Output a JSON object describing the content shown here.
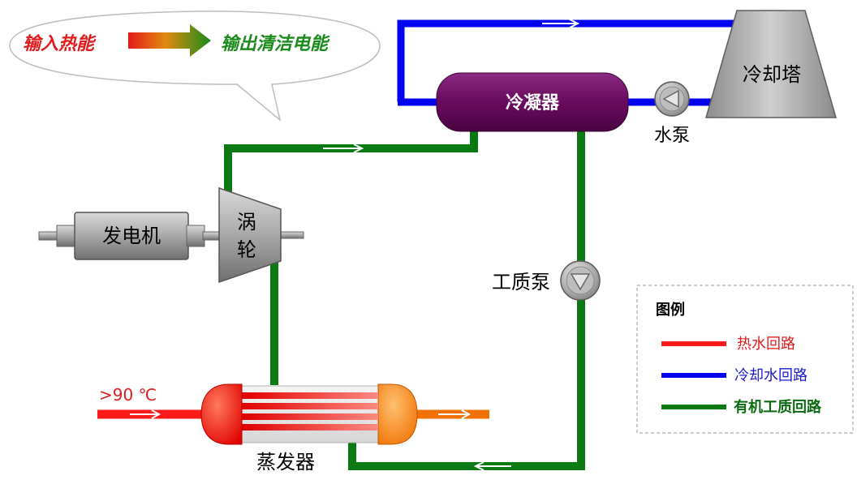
{
  "callout": {
    "input_text": "输入热能",
    "output_text": "输出清洁电能"
  },
  "components": {
    "condenser": "冷凝器",
    "cooling_tower": "冷却塔",
    "water_pump": "水泵",
    "turbine": "涡轮",
    "generator": "发电机",
    "working_fluid_pump": "工质泵",
    "evaporator": "蒸发器"
  },
  "inlet_temp": ">90 ℃",
  "legend": {
    "title": "图例",
    "items": [
      {
        "label": "热水回路",
        "color": "#ff1a1a"
      },
      {
        "label": "冷却水回路",
        "color": "#0000ee"
      },
      {
        "label": "有机工质回路",
        "color": "#0b7a12"
      }
    ]
  },
  "colors": {
    "hot_water": "#ff1a1a",
    "cooling_water": "#0000ee",
    "organic_fluid": "#0b7a12",
    "condenser_fill": "#6a0a5e",
    "equipment_gray": "#9a9a9a"
  }
}
